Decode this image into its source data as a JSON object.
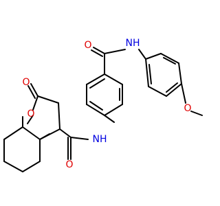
{
  "molecule": {
    "atom_labels": {
      "lactone_carbonyl_o": "O",
      "ring_o": "O",
      "amide1_o": "O",
      "amide1_n": "NH",
      "amide2_o": "O",
      "amide2_n": "NH",
      "methoxy_o": "O"
    },
    "colors": {
      "bond": "#000000",
      "oxygen": "#e00000",
      "nitrogen": "#0000e0"
    }
  }
}
